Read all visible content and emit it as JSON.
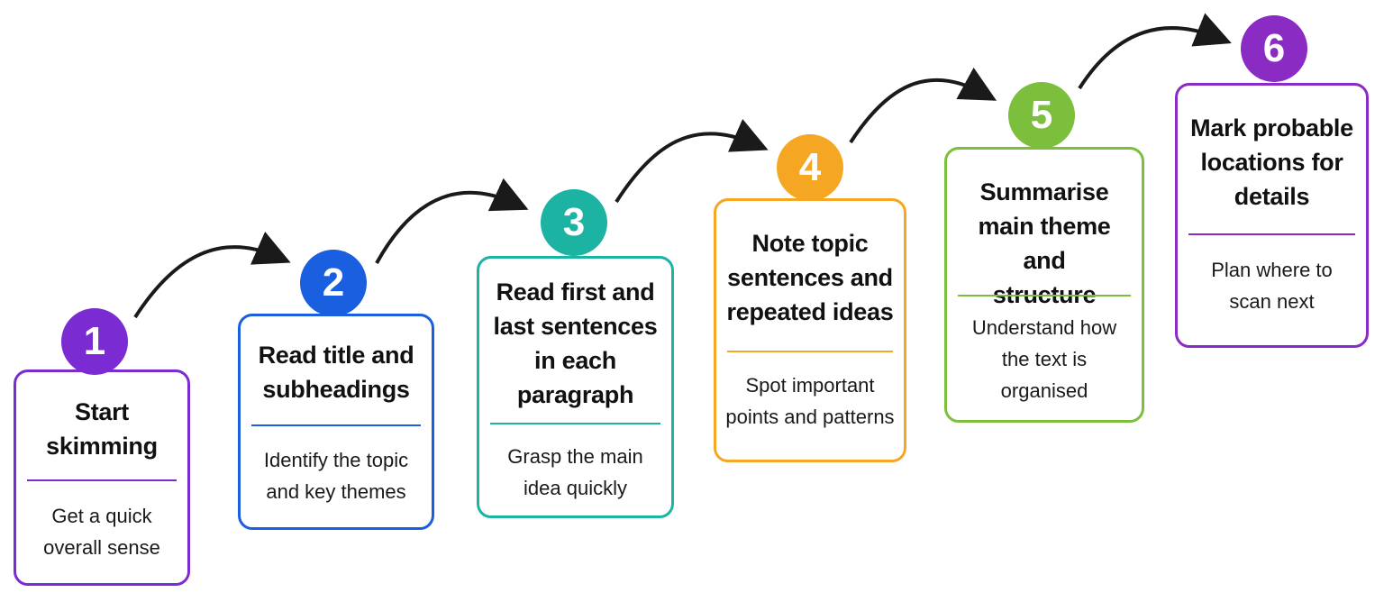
{
  "colors": {
    "step1": "#7a2bd1",
    "step2": "#1a5fe0",
    "step3": "#1cb3a3",
    "step4": "#f5a623",
    "step5": "#7bbf3d",
    "step6": "#8a2bc4",
    "arrow": "#1a1a1a"
  },
  "steps": [
    {
      "number": "1",
      "title": "Start\nskimming",
      "description": "Get a quick\noverall sense"
    },
    {
      "number": "2",
      "title": "Read title and\nsubheadings",
      "description": "Identify the topic\nand key themes"
    },
    {
      "number": "3",
      "title": "Read first and\nlast sentences\nin each\nparagraph",
      "description": "Grasp the main\nidea quickly"
    },
    {
      "number": "4",
      "title": "Note topic\nsentences and\nrepeated ideas",
      "description": "Spot important\npoints and patterns"
    },
    {
      "number": "5",
      "title": "Summarise\nmain theme and\nstructure",
      "description": "Understand how\nthe text is\norganised"
    },
    {
      "number": "6",
      "title": "Mark probable\nlocations for\ndetails",
      "description": "Plan where to\nscan next"
    }
  ]
}
